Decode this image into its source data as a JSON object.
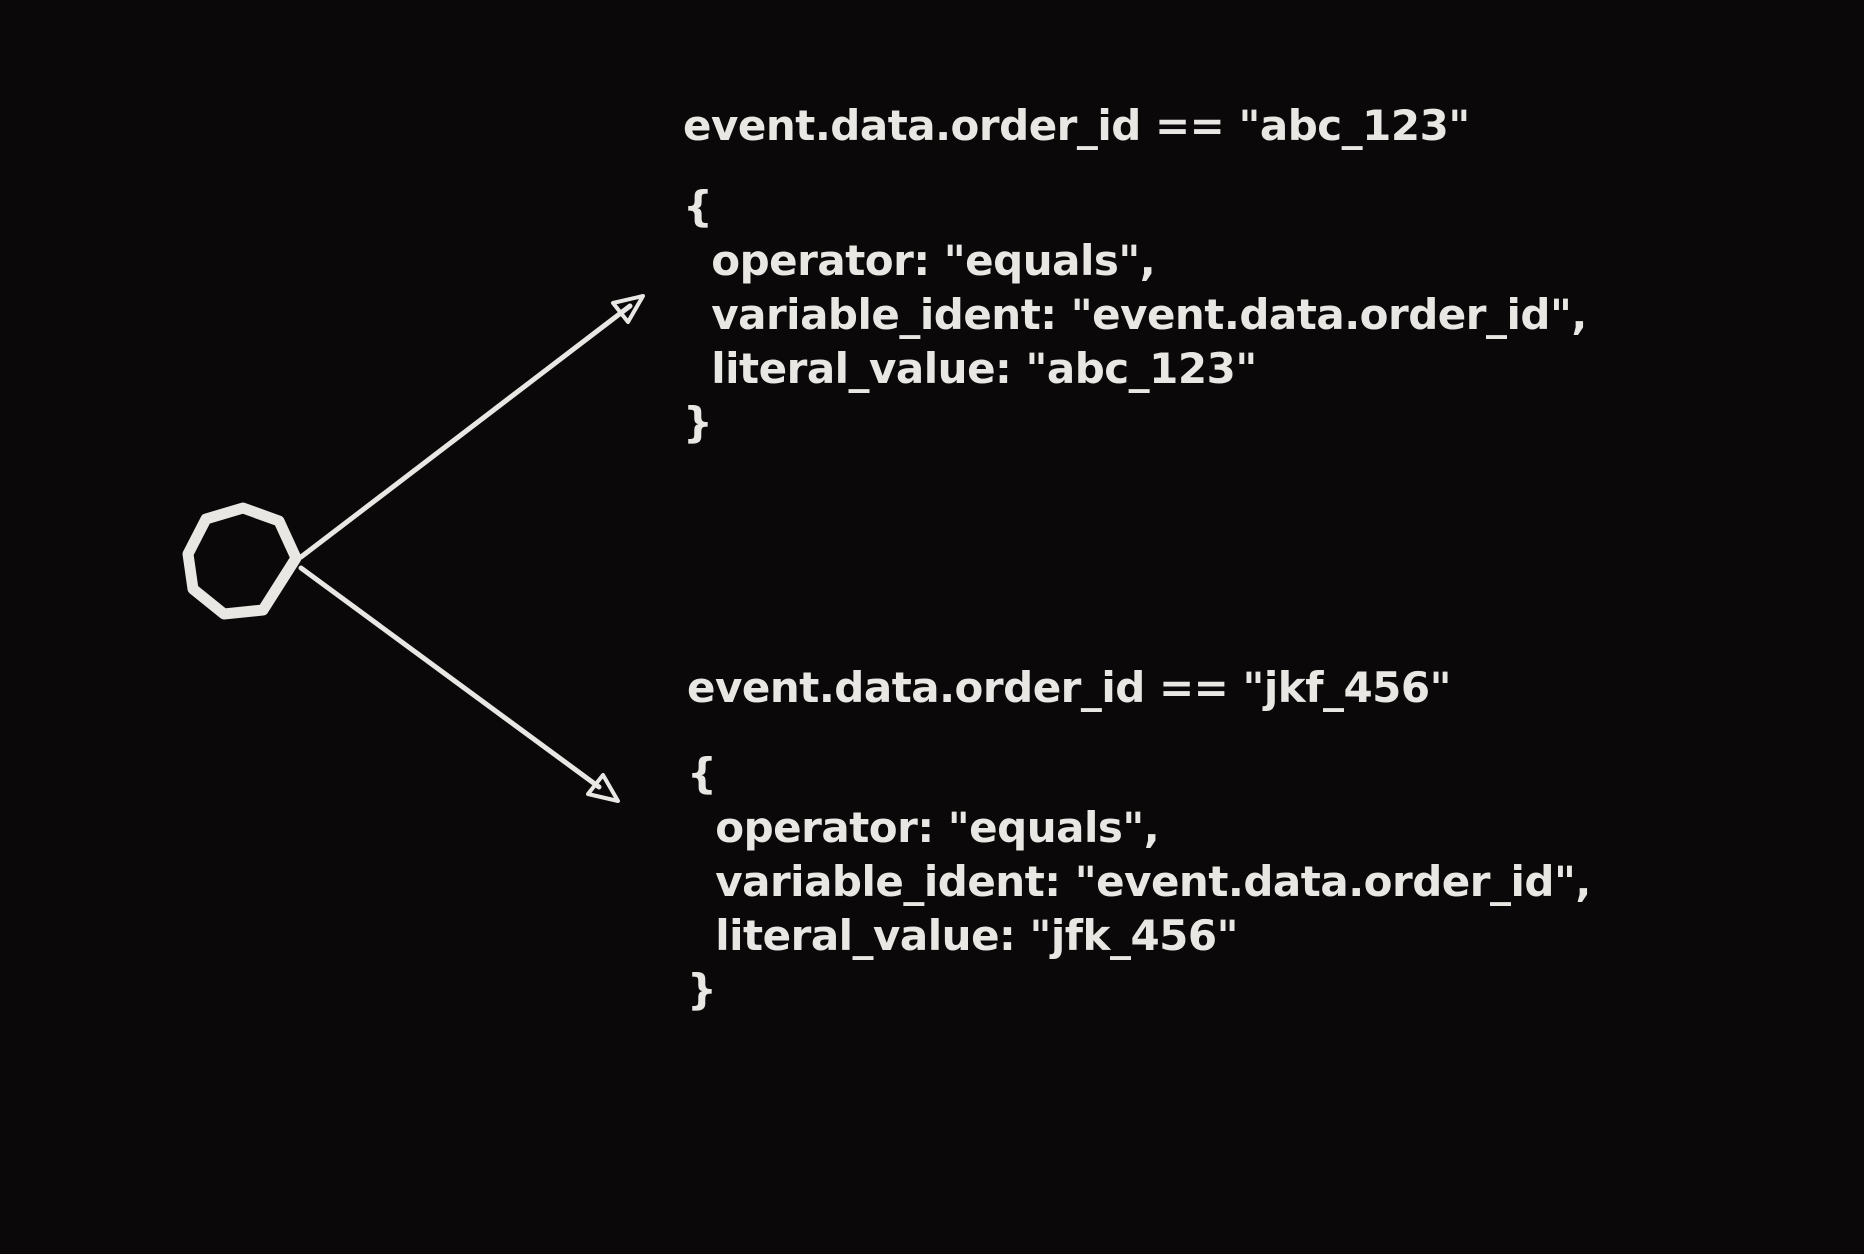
{
  "theme": {
    "background": "#0a0808",
    "ink": "#e9e7e3"
  },
  "diagram": {
    "node": {
      "shape": "hand-drawn-circle",
      "role": "event-source-node"
    },
    "branches": [
      {
        "heading": "event.data.order_id == \"abc_123\"",
        "code": "{\n  operator: \"equals\",\n  variable_ident: \"event.data.order_id\",\n  literal_value: \"abc_123\"\n}"
      },
      {
        "heading": "event.data.order_id == \"jkf_456\"",
        "code": "{\n  operator: \"equals\",\n  variable_ident: \"event.data.order_id\",\n  literal_value: \"jfk_456\"\n}"
      }
    ]
  }
}
